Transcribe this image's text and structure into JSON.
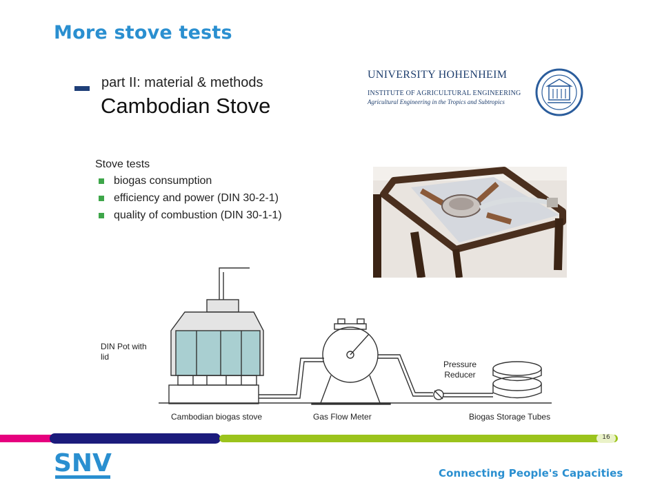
{
  "slide": {
    "title": "More stove tests",
    "page_number": "16"
  },
  "content": {
    "part_label": "part II: material & methods",
    "heading": "Cambodian Stove",
    "university": {
      "name": "UNIVERSITY HOHENHEIM",
      "institute": "INSTITUTE OF AGRICULTURAL ENGINEERING",
      "department": "Agricultural Engineering in the Tropics and Subtropics"
    },
    "tests": {
      "heading": "Stove tests",
      "items": [
        "biogas consumption",
        "efficiency and power (DIN 30-2-1)",
        "quality of combustion (DIN 30-1-1)"
      ]
    },
    "diagram": {
      "pot_label": "DIN Pot with lid",
      "stove_label": "Cambodian biogas stove",
      "meter_label": "Gas Flow Meter",
      "reducer_label": "Pressure Reducer",
      "storage_label": "Biogas Storage Tubes"
    }
  },
  "footer": {
    "logo_text": "SNV",
    "tagline": "Connecting People's Capacities"
  },
  "colors": {
    "accent_blue": "#2a8fd0",
    "bar_pink": "#e6007e",
    "bar_navy": "#1b1b7c",
    "bar_green": "#9bc31c",
    "bullet_green": "#3ea64a"
  }
}
